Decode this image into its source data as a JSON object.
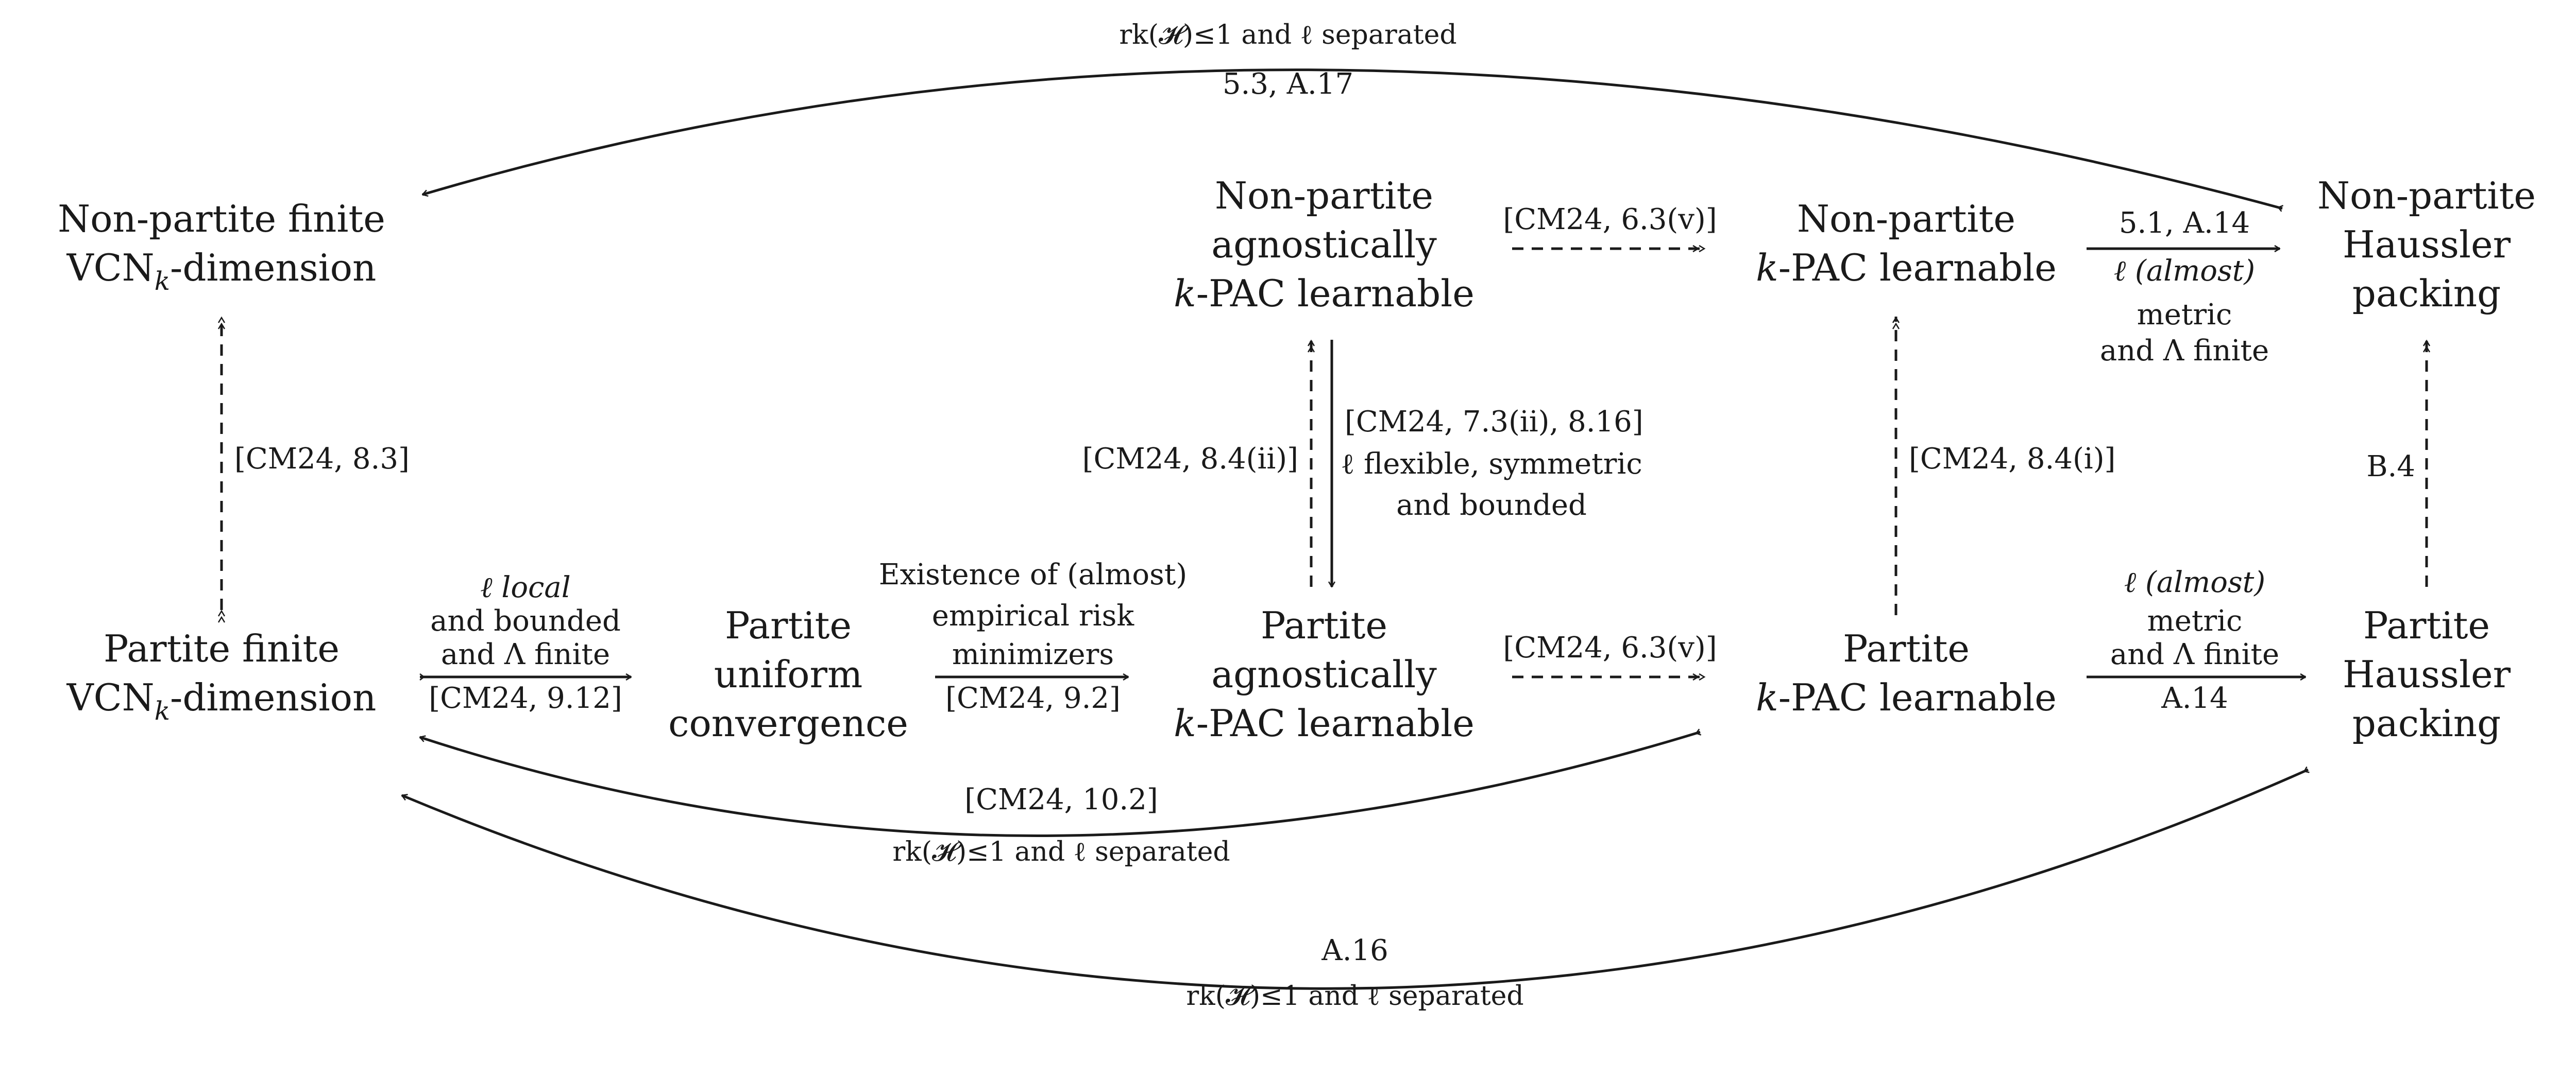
{
  "nodes": {
    "np_vcn": {
      "line1": "Non-partite finite",
      "line2_main": "VCN",
      "line2_sub": "k",
      "line2_rest": "-dimension"
    },
    "np_agn": {
      "line1": "Non-partite",
      "line2": "agnostically",
      "line3_var": "k",
      "line3_rest": "-PAC learnable"
    },
    "np_pac": {
      "line1": "Non-partite",
      "line2_var": "k",
      "line2_rest": "-PAC learnable"
    },
    "np_hp": {
      "line1": "Non-partite",
      "line2": "Haussler",
      "line3": "packing"
    },
    "p_vcn": {
      "line1": "Partite finite",
      "line2_main": "VCN",
      "line2_sub": "k",
      "line2_rest": "-dimension"
    },
    "p_uc": {
      "line1": "Partite",
      "line2": "uniform",
      "line3": "convergence"
    },
    "p_agn": {
      "line1": "Partite",
      "line2": "agnostically",
      "line3_var": "k",
      "line3_rest": "-PAC learnable"
    },
    "p_pac": {
      "line1": "Partite",
      "line2_var": "k",
      "line2_rest": "-PAC learnable"
    },
    "p_hp": {
      "line1": "Partite",
      "line2": "Haussler",
      "line3": "packing"
    }
  },
  "edges": {
    "top_arc": {
      "above": "rk(𝓗)≤1 and ℓ separated",
      "below": "5.3, A.17"
    },
    "np_agn_to_np_pac": {
      "label": "[CM24, 6.3(v)]"
    },
    "np_pac_to_np_hp": {
      "above": "5.1, A.14",
      "below1": "ℓ (almost)",
      "below2": "metric",
      "below3": "and Λ finite"
    },
    "vcn_vertical": {
      "label": "[CM24, 8.3]"
    },
    "agn_vertical_up": {
      "label": "[CM24, 8.4(ii)]"
    },
    "agn_vertical_down": {
      "line1": "[CM24, 7.3(ii), 8.16]",
      "line2": "ℓ flexible, symmetric",
      "line3": "and bounded"
    },
    "pac_vertical": {
      "label": "[CM24, 8.4(i)]"
    },
    "hp_vertical": {
      "label": "B.4"
    },
    "pvcn_to_puc": {
      "above1": "ℓ local",
      "above2": "and bounded",
      "above3": "and Λ finite",
      "below": "[CM24, 9.12]"
    },
    "puc_to_pagn": {
      "above1": "Existence of (almost)",
      "above2": "empirical risk",
      "above3": "minimizers",
      "below": "[CM24, 9.2]"
    },
    "pagn_to_ppac": {
      "label": "[CM24, 6.3(v)]"
    },
    "ppac_to_php": {
      "above1": "ℓ (almost)",
      "above2": "metric",
      "above3": "and Λ finite",
      "below": "A.14"
    },
    "arc_ppac_pvcn": {
      "above": "[CM24, 10.2]",
      "below": "rk(𝓗)≤1 and ℓ separated"
    },
    "arc_php_pvcn": {
      "above": "A.16",
      "below": "rk(𝓗)≤1 and ℓ separated"
    }
  }
}
